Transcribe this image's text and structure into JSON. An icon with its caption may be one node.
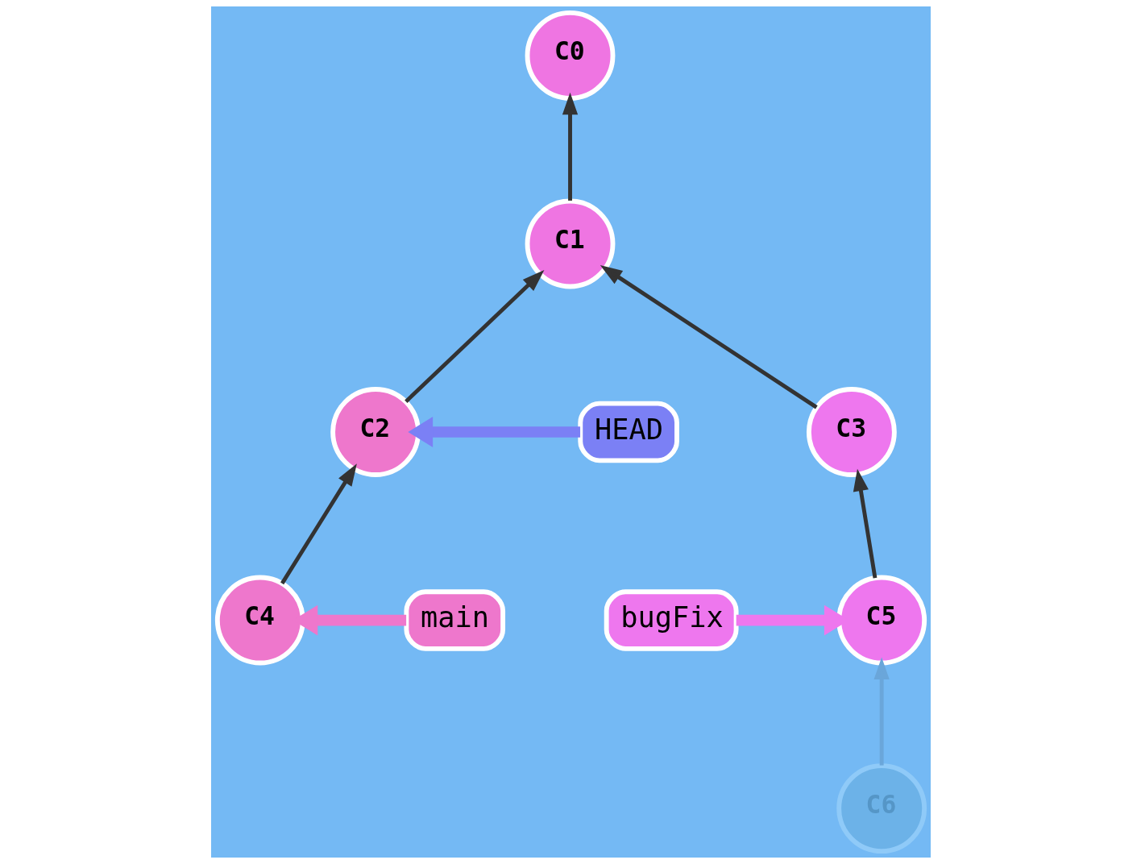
{
  "diagram": {
    "nodes": [
      {
        "text": [
          "C0"
        ]
      },
      {
        "text": [
          "C1"
        ]
      },
      {
        "text": [
          "HEAD"
        ]
      },
      {
        "text": [
          "C2"
        ]
      },
      {
        "text": [
          "C3"
        ]
      },
      {
        "text": [
          "main"
        ]
      },
      {
        "text": [
          "C4"
        ]
      },
      {
        "text": [
          "C5"
        ]
      },
      {
        "text": [
          "bugFix"
        ]
      },
      {
        "text": [
          "C6"
        ]
      }
    ],
    "edges": [
      {
        "from": 1,
        "to": 0,
        "arrow": "to"
      },
      {
        "from": 3,
        "to": 1,
        "arrow": "to"
      },
      {
        "from": 4,
        "to": 1,
        "arrow": "to"
      },
      {
        "from": 6,
        "to": 3,
        "arrow": "to"
      },
      {
        "from": 7,
        "to": 4,
        "arrow": "to"
      },
      {
        "from": 9,
        "to": 7,
        "arrow": "to",
        "color": "#6aa6da"
      },
      {
        "from": 2,
        "to": 3,
        "arrow": "to",
        "style": "thick",
        "color": "#7b80f5"
      },
      {
        "from": 5,
        "to": 6,
        "arrow": "to",
        "style": "thick",
        "color": "#ee77cc"
      },
      {
        "from": 8,
        "to": 7,
        "arrow": "to",
        "style": "thick",
        "color": "#ee77ee"
      }
    ]
  }
}
